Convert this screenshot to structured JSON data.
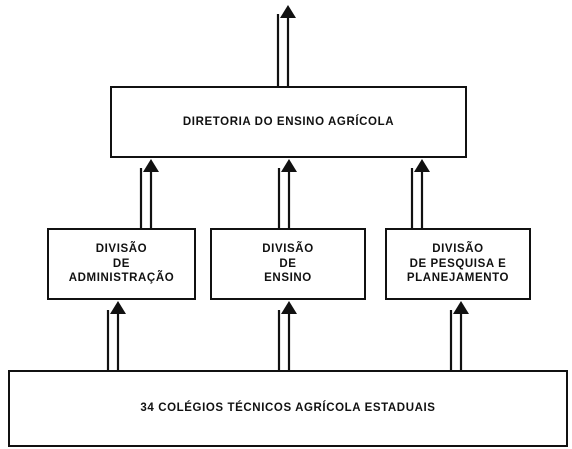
{
  "top": {
    "label": "DIRETORIA DO ENSINO AGRÍCOLA"
  },
  "divisions": [
    {
      "lines": [
        "DIVISÃO",
        "DE",
        "ADMINISTRAÇÃO"
      ]
    },
    {
      "lines": [
        "DIVISÃO",
        "DE",
        "ENSINO"
      ]
    },
    {
      "lines": [
        "DIVISÃO",
        "DE PESQUISA E",
        "PLANEJAMENTO"
      ]
    }
  ],
  "bottom": {
    "label": "34 COLÉGIOS TÉCNICOS AGRÍCOLA ESTADUAIS"
  },
  "colors": {
    "line": "#111111",
    "background": "#ffffff"
  }
}
